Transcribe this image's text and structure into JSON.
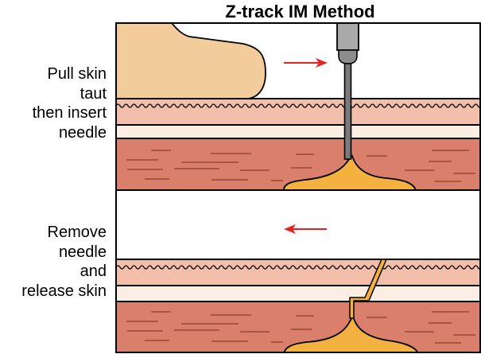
{
  "title": "Z-track IM Method",
  "steps": [
    {
      "lines": [
        "Pull skin",
        "taut",
        "then insert",
        "needle"
      ],
      "arrow_direction": "right"
    },
    {
      "lines": [
        "Remove",
        "needle",
        "and",
        "release skin"
      ],
      "arrow_direction": "left"
    }
  ],
  "colors": {
    "skin_surface": "#f3bfaa",
    "subcutaneous": "#fdeee4",
    "muscle": "#d97f6c",
    "muscle_streak": "#8f3a2c",
    "medication": "#f3b13f",
    "finger": "#f2cc9a",
    "arrow": "#e8231f",
    "syringe": "#a9a9a9",
    "needle": "#707070"
  }
}
